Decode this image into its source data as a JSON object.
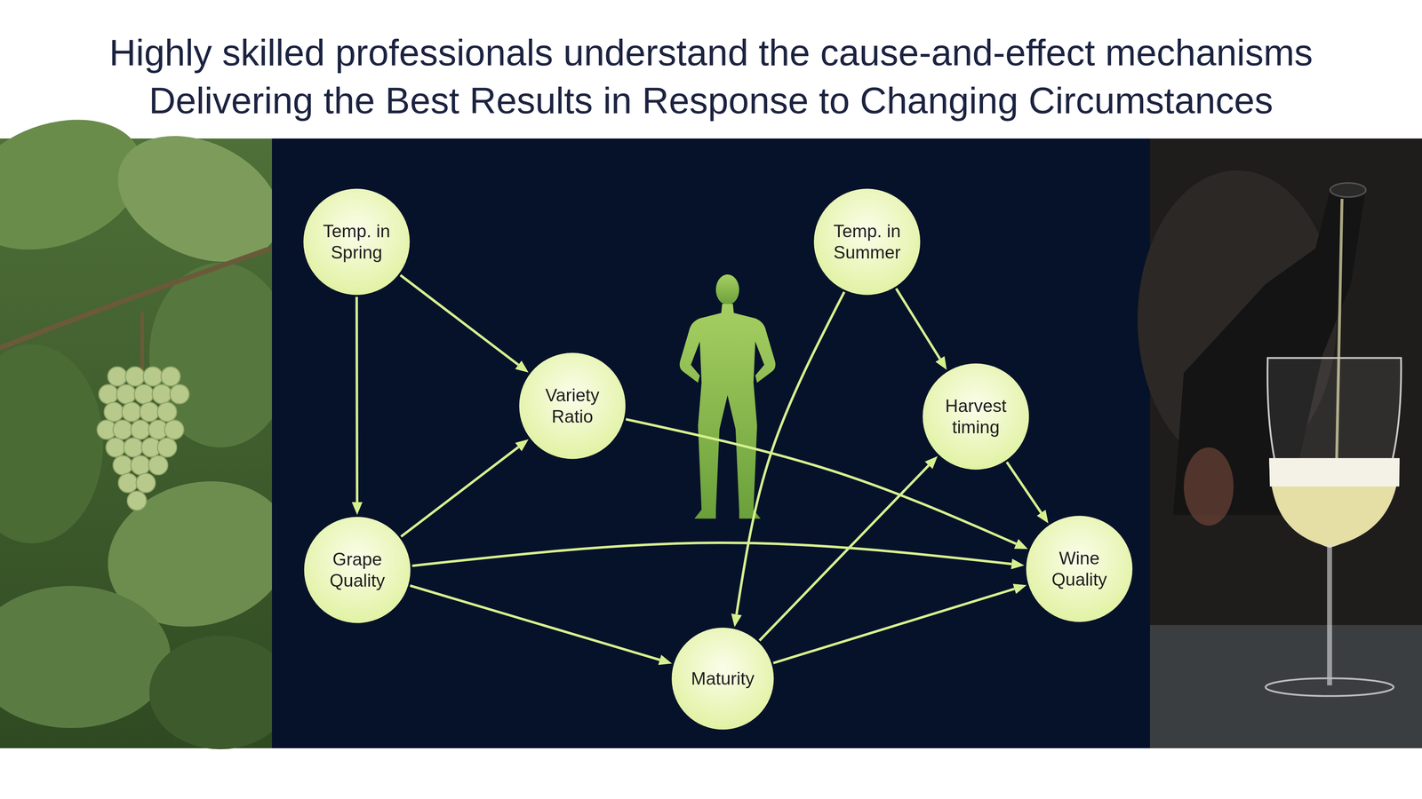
{
  "diagram": {
    "title": "Highly skilled professionals understand the cause-and-effect mechanisms Delivering the Best Results in Response to Changing Circumstances",
    "nodes": [
      {
        "text": [
          "Temp. in Spring"
        ]
      },
      {
        "text": [
          "Temp. in Summer"
        ]
      },
      {
        "text": [
          "Variety Ratio"
        ]
      },
      {
        "text": [
          "Harvest timing"
        ]
      },
      {
        "text": [
          "Grape Quality"
        ]
      },
      {
        "text": [
          "Wine Quality"
        ]
      },
      {
        "text": [
          "Maturity"
        ]
      }
    ],
    "edges": [
      {
        "from": 0,
        "to": 2,
        "arrow": "to"
      },
      {
        "from": 0,
        "to": 4,
        "arrow": "to"
      },
      {
        "from": 1,
        "to": 6,
        "arrow": "to"
      },
      {
        "from": 1,
        "to": 3,
        "arrow": "to"
      },
      {
        "from": 2,
        "to": 5,
        "arrow": "to"
      },
      {
        "from": 3,
        "to": 5,
        "arrow": "to"
      },
      {
        "from": 4,
        "to": 2,
        "arrow": "to"
      },
      {
        "from": 4,
        "to": 5,
        "arrow": "to"
      },
      {
        "from": 4,
        "to": 6,
        "arrow": "to"
      },
      {
        "from": 6,
        "to": 3,
        "arrow": "to"
      },
      {
        "from": 6,
        "to": 5,
        "arrow": "to"
      }
    ]
  }
}
